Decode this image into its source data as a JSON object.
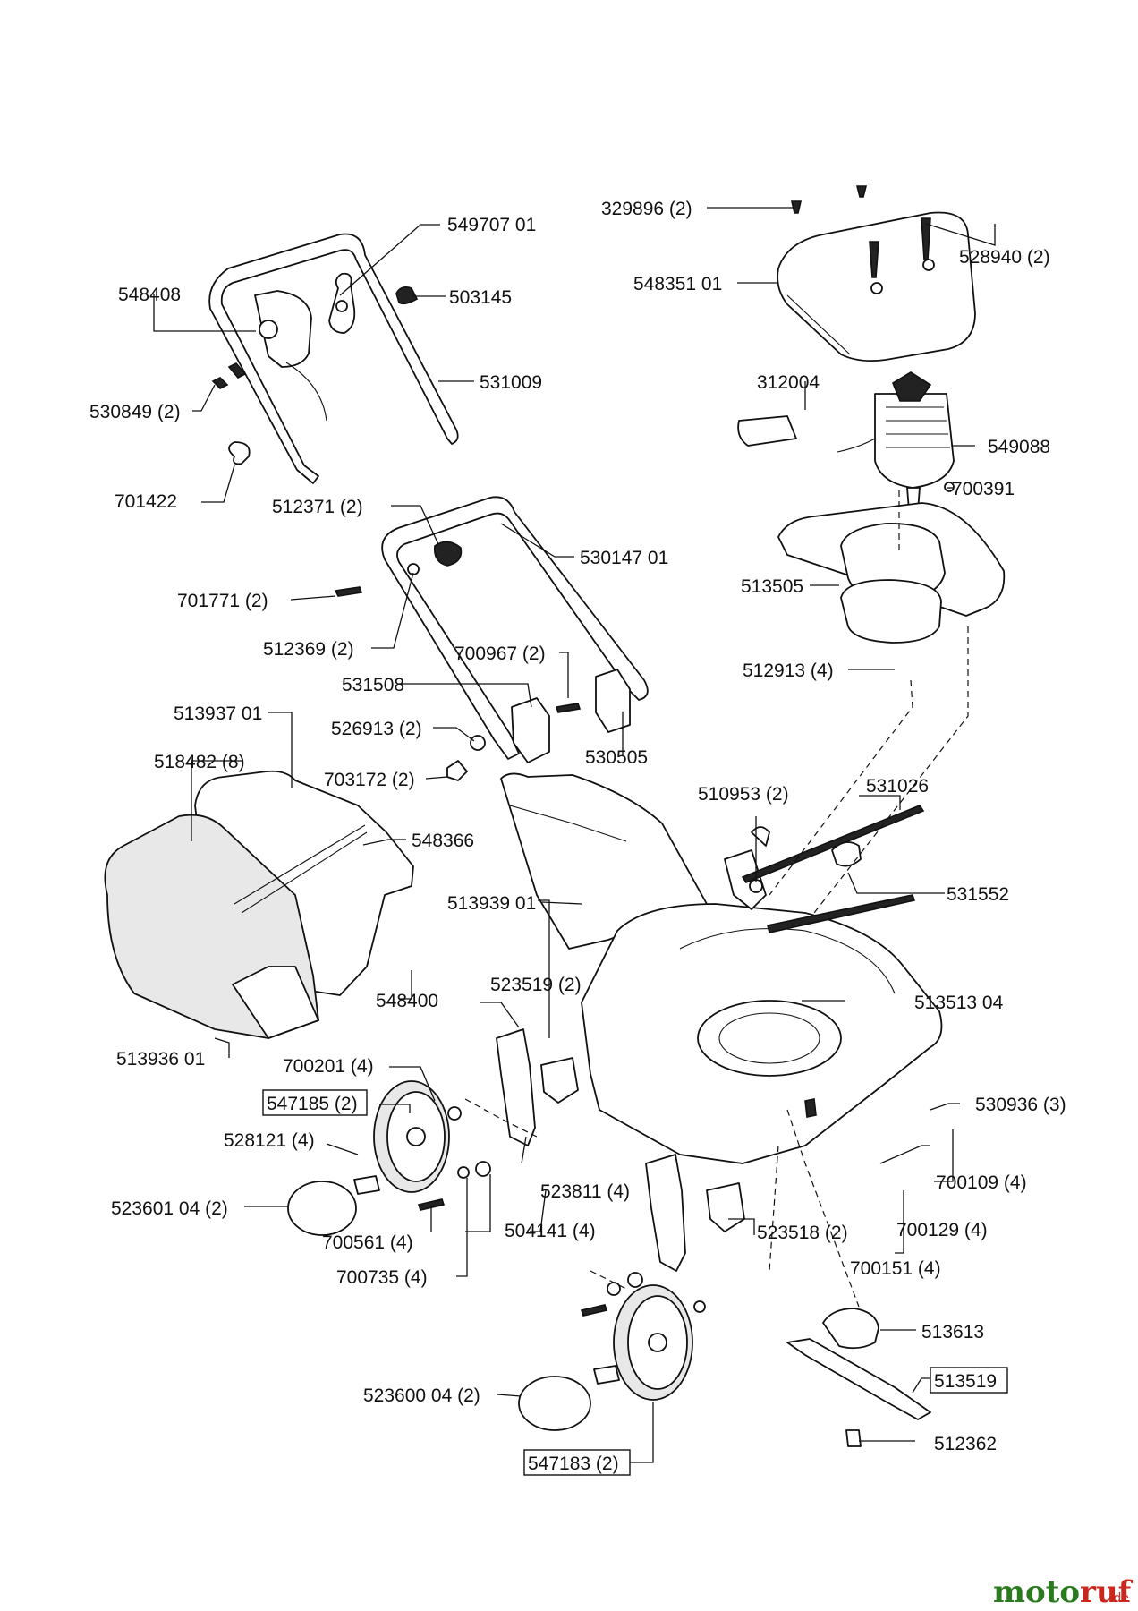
{
  "labels": {
    "l329896": "329896 (2)",
    "l549707_01": "549707 01",
    "l528940": "528940 (2)",
    "l548408": "548408",
    "l503145": "503145",
    "l548351_01": "548351 01",
    "l531009": "531009",
    "l530849": "530849 (2)",
    "l312004": "312004",
    "l549088": "549088",
    "l700391": "700391",
    "l701422": "701422",
    "l512371": "512371 (2)",
    "l530147_01": "530147 01",
    "l513505": "513505",
    "l701771": "701771 (2)",
    "l512369": "512369 (2)",
    "l700967": "700967 (2)",
    "l512913": "512913 (4)",
    "l531508": "531508",
    "l513937_01": "513937 01",
    "l526913": "526913 (2)",
    "l530505": "530505",
    "l518482": "518482 (8)",
    "l703172": "703172 (2)",
    "l510953": "510953 (2)",
    "l531026": "531026",
    "l548366": "548366",
    "l531552": "531552",
    "l513939_01": "513939 01",
    "l523519": "523519 (2)",
    "l548400": "548400",
    "l513513_04": "513513 04",
    "l513936_01": "513936 01",
    "l700201": "700201 (4)",
    "l547185": "547185 (2)",
    "l530936": "530936 (3)",
    "l528121": "528121 (4)",
    "l700109": "700109 (4)",
    "l523811": "523811 (4)",
    "l523601_04": "523601 04 (2)",
    "l700129": "700129 (4)",
    "l504141": "504141 (4)",
    "l523518": "523518 (2)",
    "l700561": "700561 (4)",
    "l700151": "700151 (4)",
    "l700735": "700735 (4)",
    "l513613": "513613",
    "l513519": "513519",
    "l523600_04": "523600 04 (2)",
    "l512362": "512362",
    "l547183": "547183 (2)"
  },
  "watermark": {
    "text": "motoruf.de",
    "colors": {
      "moto": "#2b7a1f",
      "ruf": "#c8281e"
    }
  }
}
